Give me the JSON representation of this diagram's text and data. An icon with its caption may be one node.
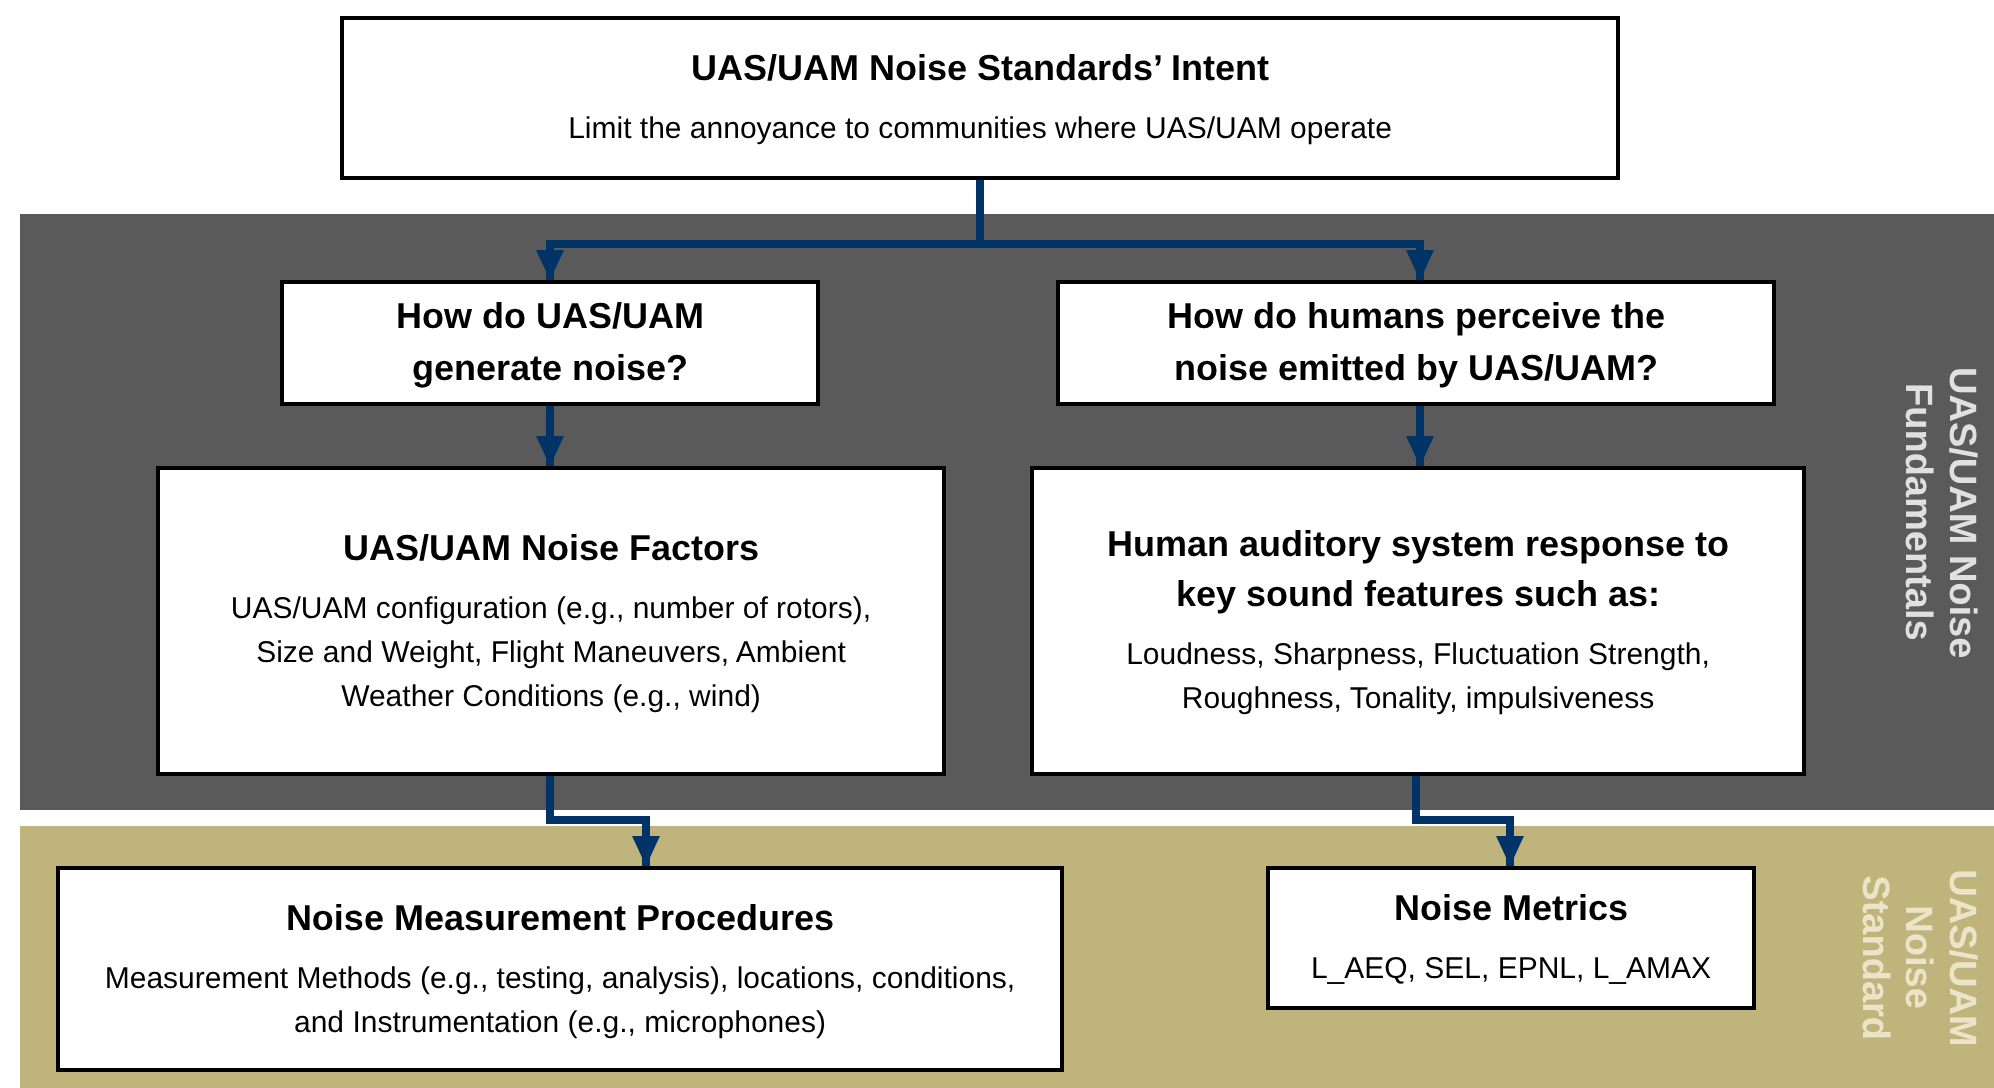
{
  "diagram": {
    "nodes": [
      {
        "text": [
          "UAS/UAM Noise Standards’ Intent",
          "Limit the annoyance to communities where UAS/UAM operate"
        ]
      },
      {
        "text": [
          "UAS/UAM Noise Fundamentals"
        ]
      },
      {
        "text": [
          "How do UAS/UAM generate noise?"
        ],
        "in": 1
      },
      {
        "text": [
          "How do humans perceive the noise emitted by UAS/UAM?"
        ],
        "in": 1
      },
      {
        "text": [
          "UAS/UAM Noise Factors",
          "UAS/UAM configuration (e.g., number of rotors), Size and Weight, Flight Maneuvers, Ambient Weather Conditions (e.g., wind)"
        ],
        "in": 1
      },
      {
        "text": [
          "Human auditory system response to key sound features such as:",
          "Loudness, Sharpness, Fluctuation Strength, Roughness, Tonality, impulsiveness"
        ],
        "in": 1
      },
      {
        "text": [
          "UAS/UAM Noise Standard"
        ]
      },
      {
        "text": [
          "Noise Measurement Procedures",
          "Measurement Methods (e.g., testing, analysis), locations, conditions, and Instrumentation (e.g., microphones)"
        ],
        "in": 6
      },
      {
        "text": [
          "Noise Metrics",
          "L_AEQ, SEL, EPNL, L_AMAX"
        ],
        "in": 6
      }
    ],
    "edges": [
      {
        "from": 0,
        "to": 2,
        "arrow": "to"
      },
      {
        "from": 0,
        "to": 3,
        "arrow": "to"
      },
      {
        "from": 2,
        "to": 4,
        "arrow": "to"
      },
      {
        "from": 3,
        "to": 5,
        "arrow": "to"
      },
      {
        "from": 4,
        "to": 7,
        "arrow": "to"
      },
      {
        "from": 5,
        "to": 8,
        "arrow": "to"
      }
    ]
  }
}
